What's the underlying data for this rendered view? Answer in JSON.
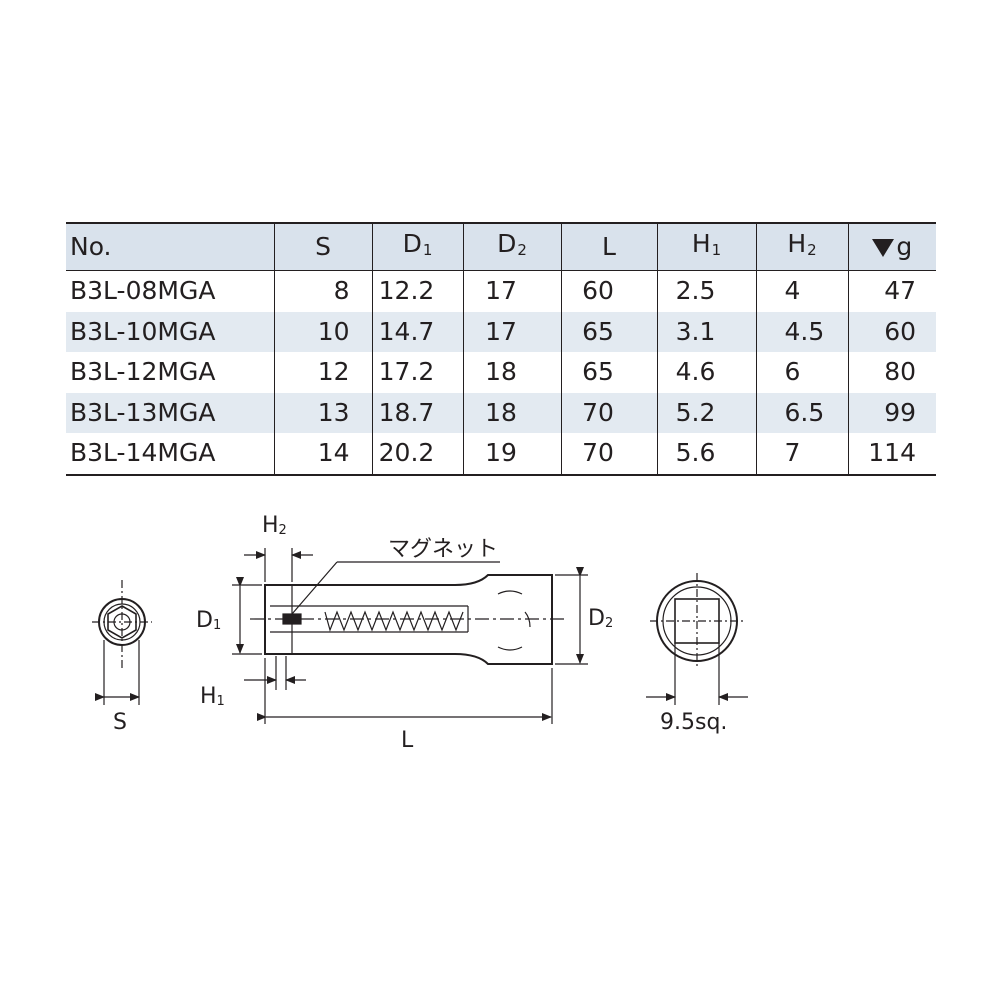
{
  "table": {
    "headers": {
      "no": "No.",
      "s": "S",
      "d1": {
        "main": "D",
        "sub": "1"
      },
      "d2": {
        "main": "D",
        "sub": "2"
      },
      "l": "L",
      "h1": {
        "main": "H",
        "sub": "1"
      },
      "h2": {
        "main": "H",
        "sub": "2"
      },
      "weight": {
        "icon": "weight-triangle-icon",
        "unit": "g"
      }
    },
    "rows": [
      {
        "no": "B3L-08MGA",
        "s": "8",
        "d1": "12.2",
        "d2": "17",
        "l": "60",
        "h1": "2.5",
        "h2": "4",
        "g": "47"
      },
      {
        "no": "B3L-10MGA",
        "s": "10",
        "d1": "14.7",
        "d2": "17",
        "l": "65",
        "h1": "3.1",
        "h2": "4.5",
        "g": "60"
      },
      {
        "no": "B3L-12MGA",
        "s": "12",
        "d1": "17.2",
        "d2": "18",
        "l": "65",
        "h1": "4.6",
        "h2": "6",
        "g": "80"
      },
      {
        "no": "B3L-13MGA",
        "s": "13",
        "d1": "18.7",
        "d2": "18",
        "l": "70",
        "h1": "5.2",
        "h2": "6.5",
        "g": "99"
      },
      {
        "no": "B3L-14MGA",
        "s": "14",
        "d1": "20.2",
        "d2": "19",
        "l": "70",
        "h1": "5.6",
        "h2": "7",
        "g": "114"
      }
    ]
  },
  "diagram": {
    "magnet_label": "マグネット",
    "s_label": "S",
    "d1": {
      "main": "D",
      "sub": "1"
    },
    "d2": {
      "main": "D",
      "sub": "2"
    },
    "h1": {
      "main": "H",
      "sub": "1"
    },
    "h2": {
      "main": "H",
      "sub": "2"
    },
    "l_label": "L",
    "square_label": "9.5sq."
  },
  "colors": {
    "header_bg": "#d9e2ec",
    "stripe_bg": "#e3eaf1",
    "ink": "#231f20"
  }
}
